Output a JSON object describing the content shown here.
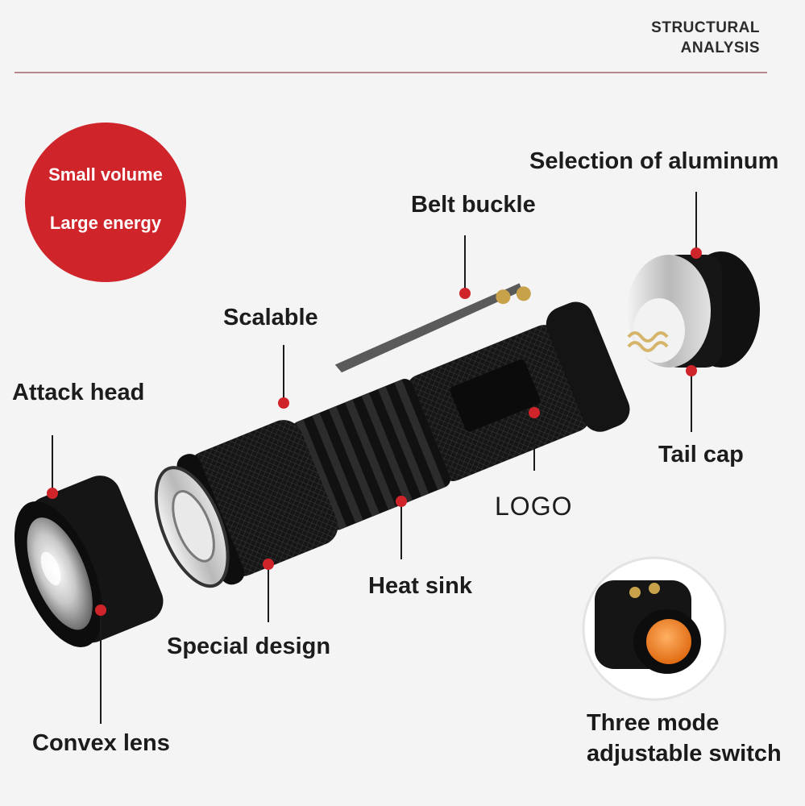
{
  "header": {
    "line1": "STRUCTURAL",
    "line2": "ANALYSIS"
  },
  "badge": {
    "line1": "Small volume",
    "line2": "Large energy"
  },
  "labels": {
    "aluminum": "Selection of aluminum",
    "belt_buckle": "Belt buckle",
    "scalable": "Scalable",
    "attack_head": "Attack head",
    "tail_cap": "Tail cap",
    "logo": "LOGO",
    "heat_sink": "Heat sink",
    "special_design": "Special design",
    "convex_lens": "Convex lens",
    "switch_line1": "Three mode",
    "switch_line2": "adjustable switch"
  },
  "colors": {
    "accent_red": "#d0242b",
    "rule": "#b8868c",
    "background": "#f4f4f4",
    "body_black": "#121212",
    "switch_orange": "#f08a2c"
  }
}
